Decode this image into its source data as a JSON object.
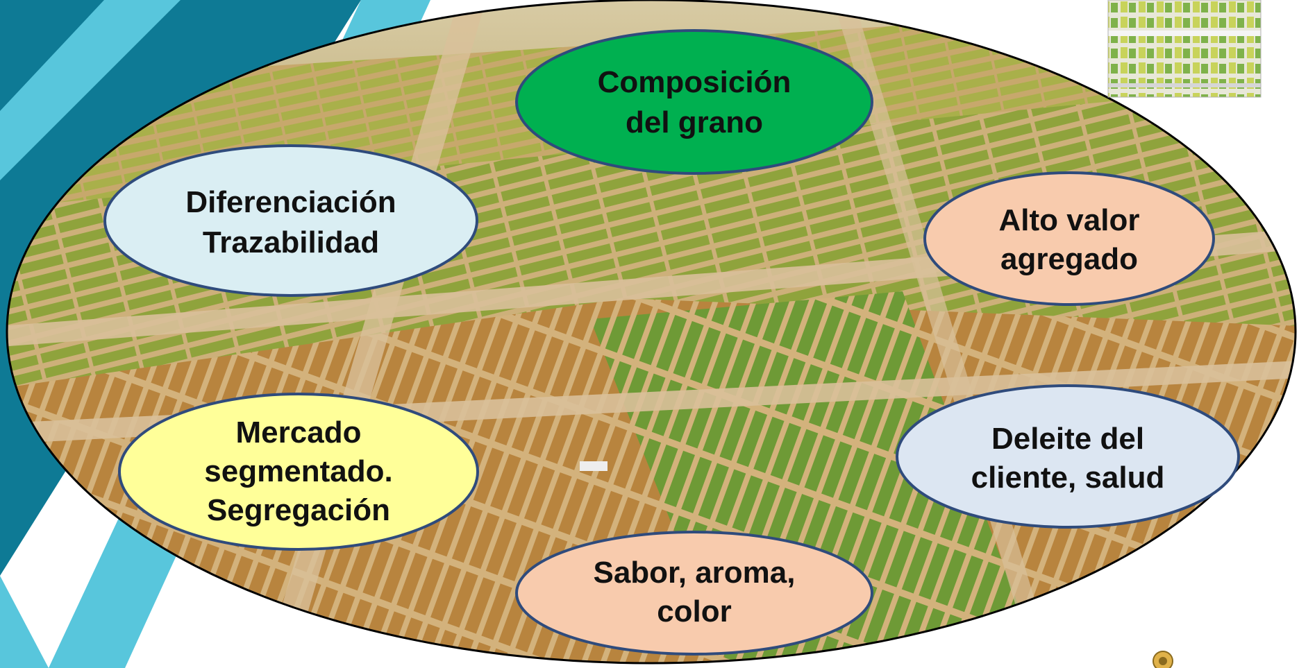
{
  "diagram": {
    "center_topic": "Composición del grano",
    "nodes": [
      {
        "id": "composicion",
        "lines": [
          "Composición",
          "del grano"
        ],
        "fill": "#00B050"
      },
      {
        "id": "diferenciacion",
        "lines": [
          "Diferenciación",
          "Trazabilidad"
        ],
        "fill": "#DAEEF3"
      },
      {
        "id": "alto-valor",
        "lines": [
          "Alto valor",
          "agregado"
        ],
        "fill": "#F8CBAD"
      },
      {
        "id": "mercado",
        "lines": [
          "Mercado",
          "segmentado.",
          "Segregación"
        ],
        "fill": "#FFFF99"
      },
      {
        "id": "deleite",
        "lines": [
          "Deleite del",
          "cliente, salud"
        ],
        "fill": "#DCE6F2"
      },
      {
        "id": "sabor",
        "lines": [
          "Sabor, aroma,",
          "color"
        ],
        "fill": "#F8CBAD"
      }
    ]
  },
  "colors": {
    "bubble_border": "#2F4B7C",
    "slide_teal_dark": "#0E7A95",
    "slide_teal_light": "#58C6DC",
    "field_green": "#8FA33C",
    "field_tan": "#C9A36B"
  },
  "photo": {
    "subject": "aerial view of crop trial plots",
    "inset_subject": "supermarket shelf with packaged foods"
  }
}
